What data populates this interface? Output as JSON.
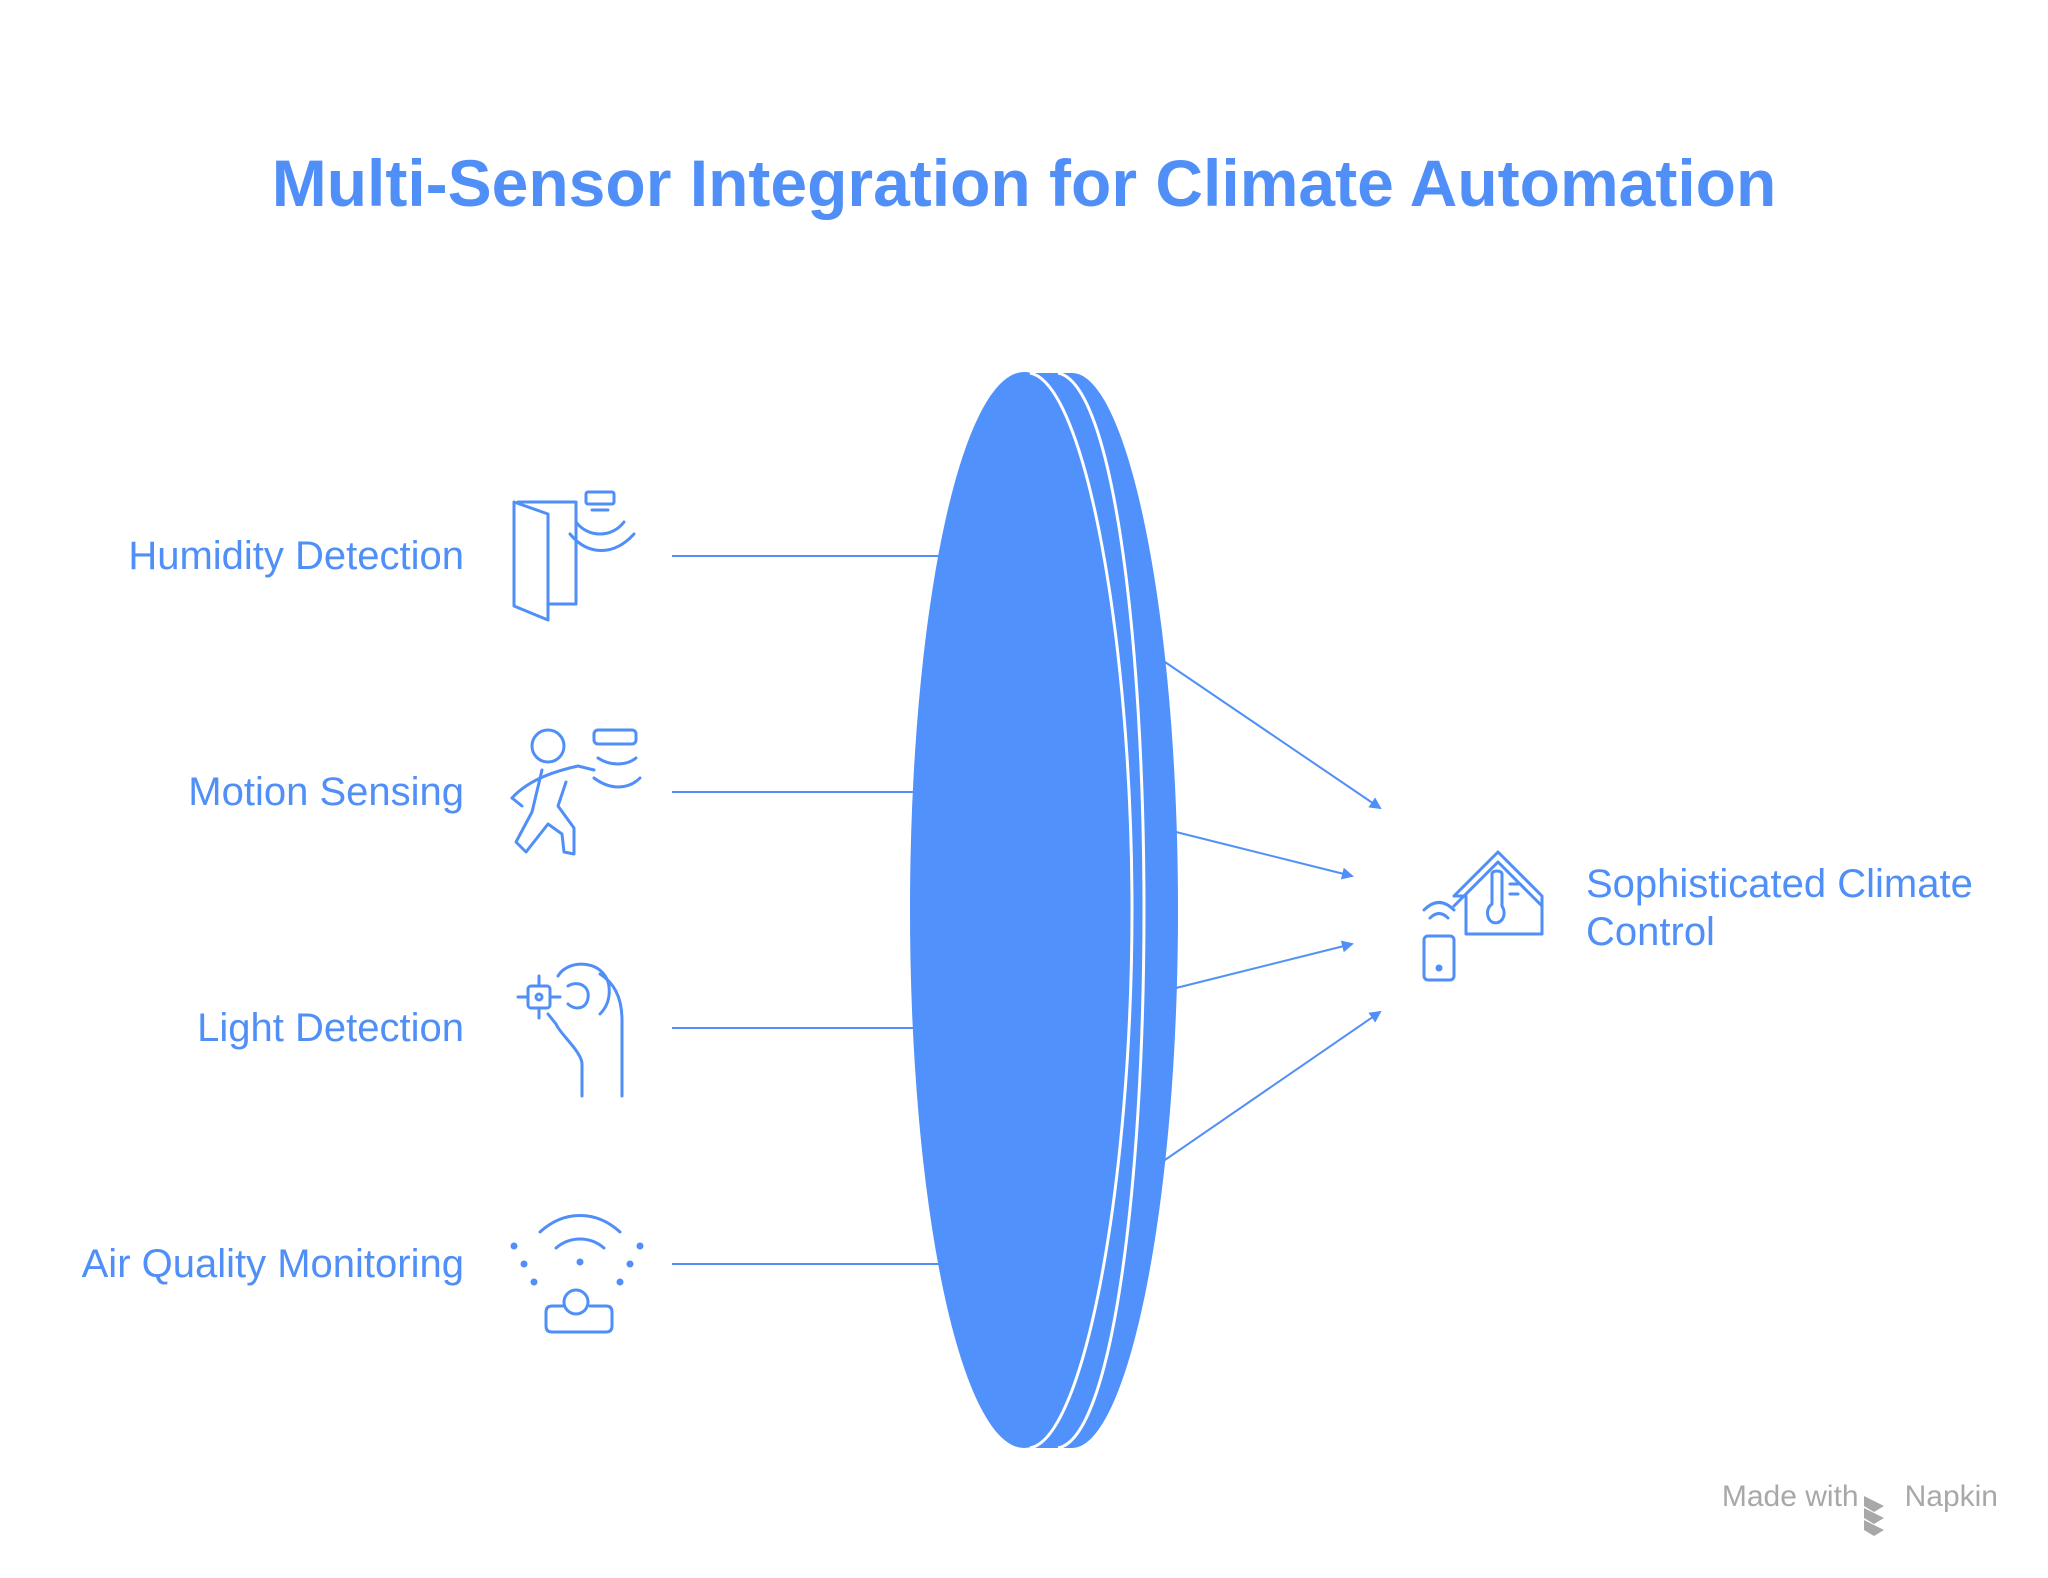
{
  "title": "Multi-Sensor Integration for Climate Automation",
  "inputs": [
    {
      "label": "Humidity Detection",
      "icon": "door-sensor-icon"
    },
    {
      "label": "Motion Sensing",
      "icon": "motion-sensor-icon"
    },
    {
      "label": "Light Detection",
      "icon": "light-sensor-hand-icon"
    },
    {
      "label": "Air Quality Monitoring",
      "icon": "air-quality-sensor-icon"
    }
  ],
  "output": {
    "label": "Sophisticated Climate Control",
    "icon": "smart-home-thermostat-icon"
  },
  "watermark": {
    "made_with": "Made with",
    "brand": "Napkin",
    "icon": "napkin-logo-icon"
  },
  "colors": {
    "accent": "#4f8ff7",
    "lens": "#5191fb",
    "watermark": "#a8a8a8",
    "background": "#ffffff"
  }
}
